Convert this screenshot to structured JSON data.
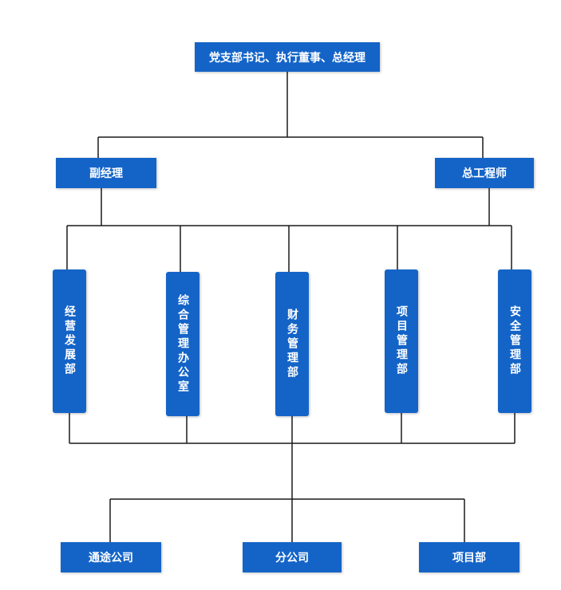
{
  "colors": {
    "node_fill": "#1464c8",
    "node_text": "#ffffff",
    "connector": "#1a1a1a",
    "background": "#ffffff"
  },
  "org": {
    "top": "党支部书记、执行董事、总经理",
    "level2": {
      "deputy_manager": "副经理",
      "chief_engineer": "总工程师"
    },
    "departments": {
      "business_development": "经营发展部",
      "general_management_office": "综合管理办公室",
      "finance": "财务管理部",
      "project_management": "项目管理部",
      "safety_management": "安全管理部"
    },
    "subsidiaries": {
      "tongtu": "通途公司",
      "branch": "分公司",
      "project_dept": "项目部"
    }
  }
}
